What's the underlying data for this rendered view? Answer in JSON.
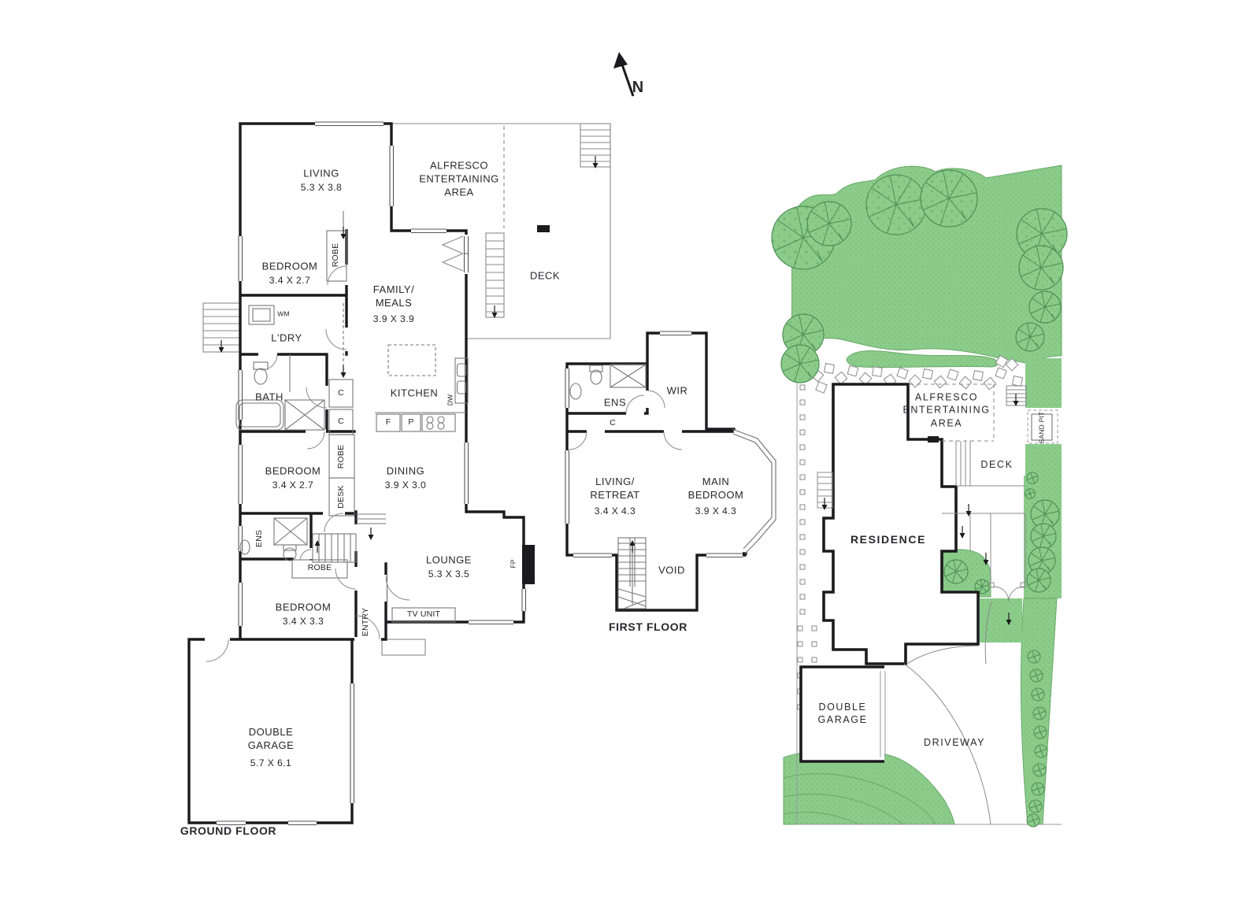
{
  "compass": {
    "north": "N"
  },
  "gf": {
    "title": "GROUND FLOOR",
    "living": {
      "name": "LIVING",
      "dims": "5.3 X 3.8"
    },
    "alfresco": "ALFRESCO ENTERTAINING AREA",
    "deck": "DECK",
    "bed2": {
      "name": "BEDROOM",
      "dims": "3.4 X 2.7"
    },
    "robe2": "ROBE",
    "family": {
      "name": "FAMILY/ MEALS",
      "dims": "3.9 X 3.9"
    },
    "ldry": "L'DRY",
    "wm": "WM",
    "bath": "BATH",
    "c1": "C",
    "c2": "C",
    "kitchen": "KITCHEN",
    "fridge": "F",
    "pantry": "P",
    "dw": "DW",
    "bed3": {
      "name": "BEDROOM",
      "dims": "3.4 X 2.7"
    },
    "robe3": "ROBE",
    "desk": "DESK",
    "dining": {
      "name": "DINING",
      "dims": "3.9 X 3.0"
    },
    "ens": "ENS",
    "robe4": "ROBE",
    "bed4": {
      "name": "BEDROOM",
      "dims": "3.4 X 3.3"
    },
    "entry": "ENTRY",
    "lounge": {
      "name": "LOUNGE",
      "dims": "5.3 X 3.5"
    },
    "fp": "FP",
    "tv": "TV UNIT",
    "garage": {
      "name": "DOUBLE GARAGE",
      "dims": "5.7 X 6.1"
    }
  },
  "ff": {
    "title": "FIRST FLOOR",
    "ens": "ENS",
    "wir": "WIR",
    "c": "C",
    "living": {
      "name": "LIVING/ RETREAT",
      "dims": "3.4 X 4.3"
    },
    "main": {
      "name": "MAIN BEDROOM",
      "dims": "3.9 X 4.3"
    },
    "void": "VOID"
  },
  "site": {
    "alfresco": "ALFRESCO ENTERTAINING AREA",
    "deck": "DECK",
    "sandpit": "SAND PIT",
    "residence": "RESIDENCE",
    "garage": "DOUBLE GARAGE",
    "driveway": "DRIVEWAY"
  },
  "colors": {
    "wall": "#1B1B1D",
    "thin_line": "#77777A",
    "text": "#28282C",
    "lawn": "#8BCC8B",
    "lawn_dot": "#6FB46F",
    "tree_outline": "#4F8F55"
  }
}
